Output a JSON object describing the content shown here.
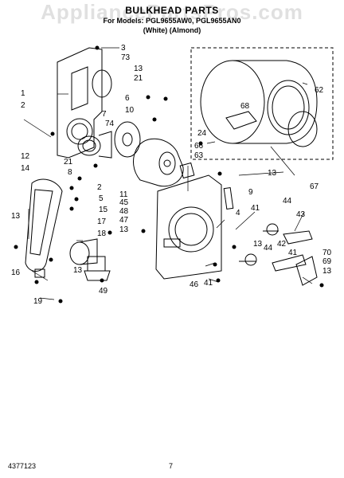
{
  "header": {
    "title": "BULKHEAD PARTS",
    "models": "For Models: PGL9655AW0, PGL9655AN0",
    "colors": "(White)     (Almond)"
  },
  "watermark": "AppliancePartsPros.com",
  "footer": {
    "doc_number": "4377123",
    "page": "7"
  },
  "callouts": [
    "3",
    "73",
    "1",
    "13",
    "21",
    "2",
    "7",
    "74",
    "6",
    "10",
    "68",
    "62",
    "24",
    "66",
    "63",
    "12",
    "14",
    "21",
    "8",
    "2",
    "5",
    "15",
    "13",
    "17",
    "18",
    "13",
    "16",
    "19",
    "49",
    "11",
    "45",
    "48",
    "47",
    "13",
    "9",
    "44",
    "4",
    "41",
    "43",
    "13",
    "42",
    "44",
    "41",
    "70",
    "69",
    "13",
    "46",
    "41",
    "13",
    "67"
  ]
}
